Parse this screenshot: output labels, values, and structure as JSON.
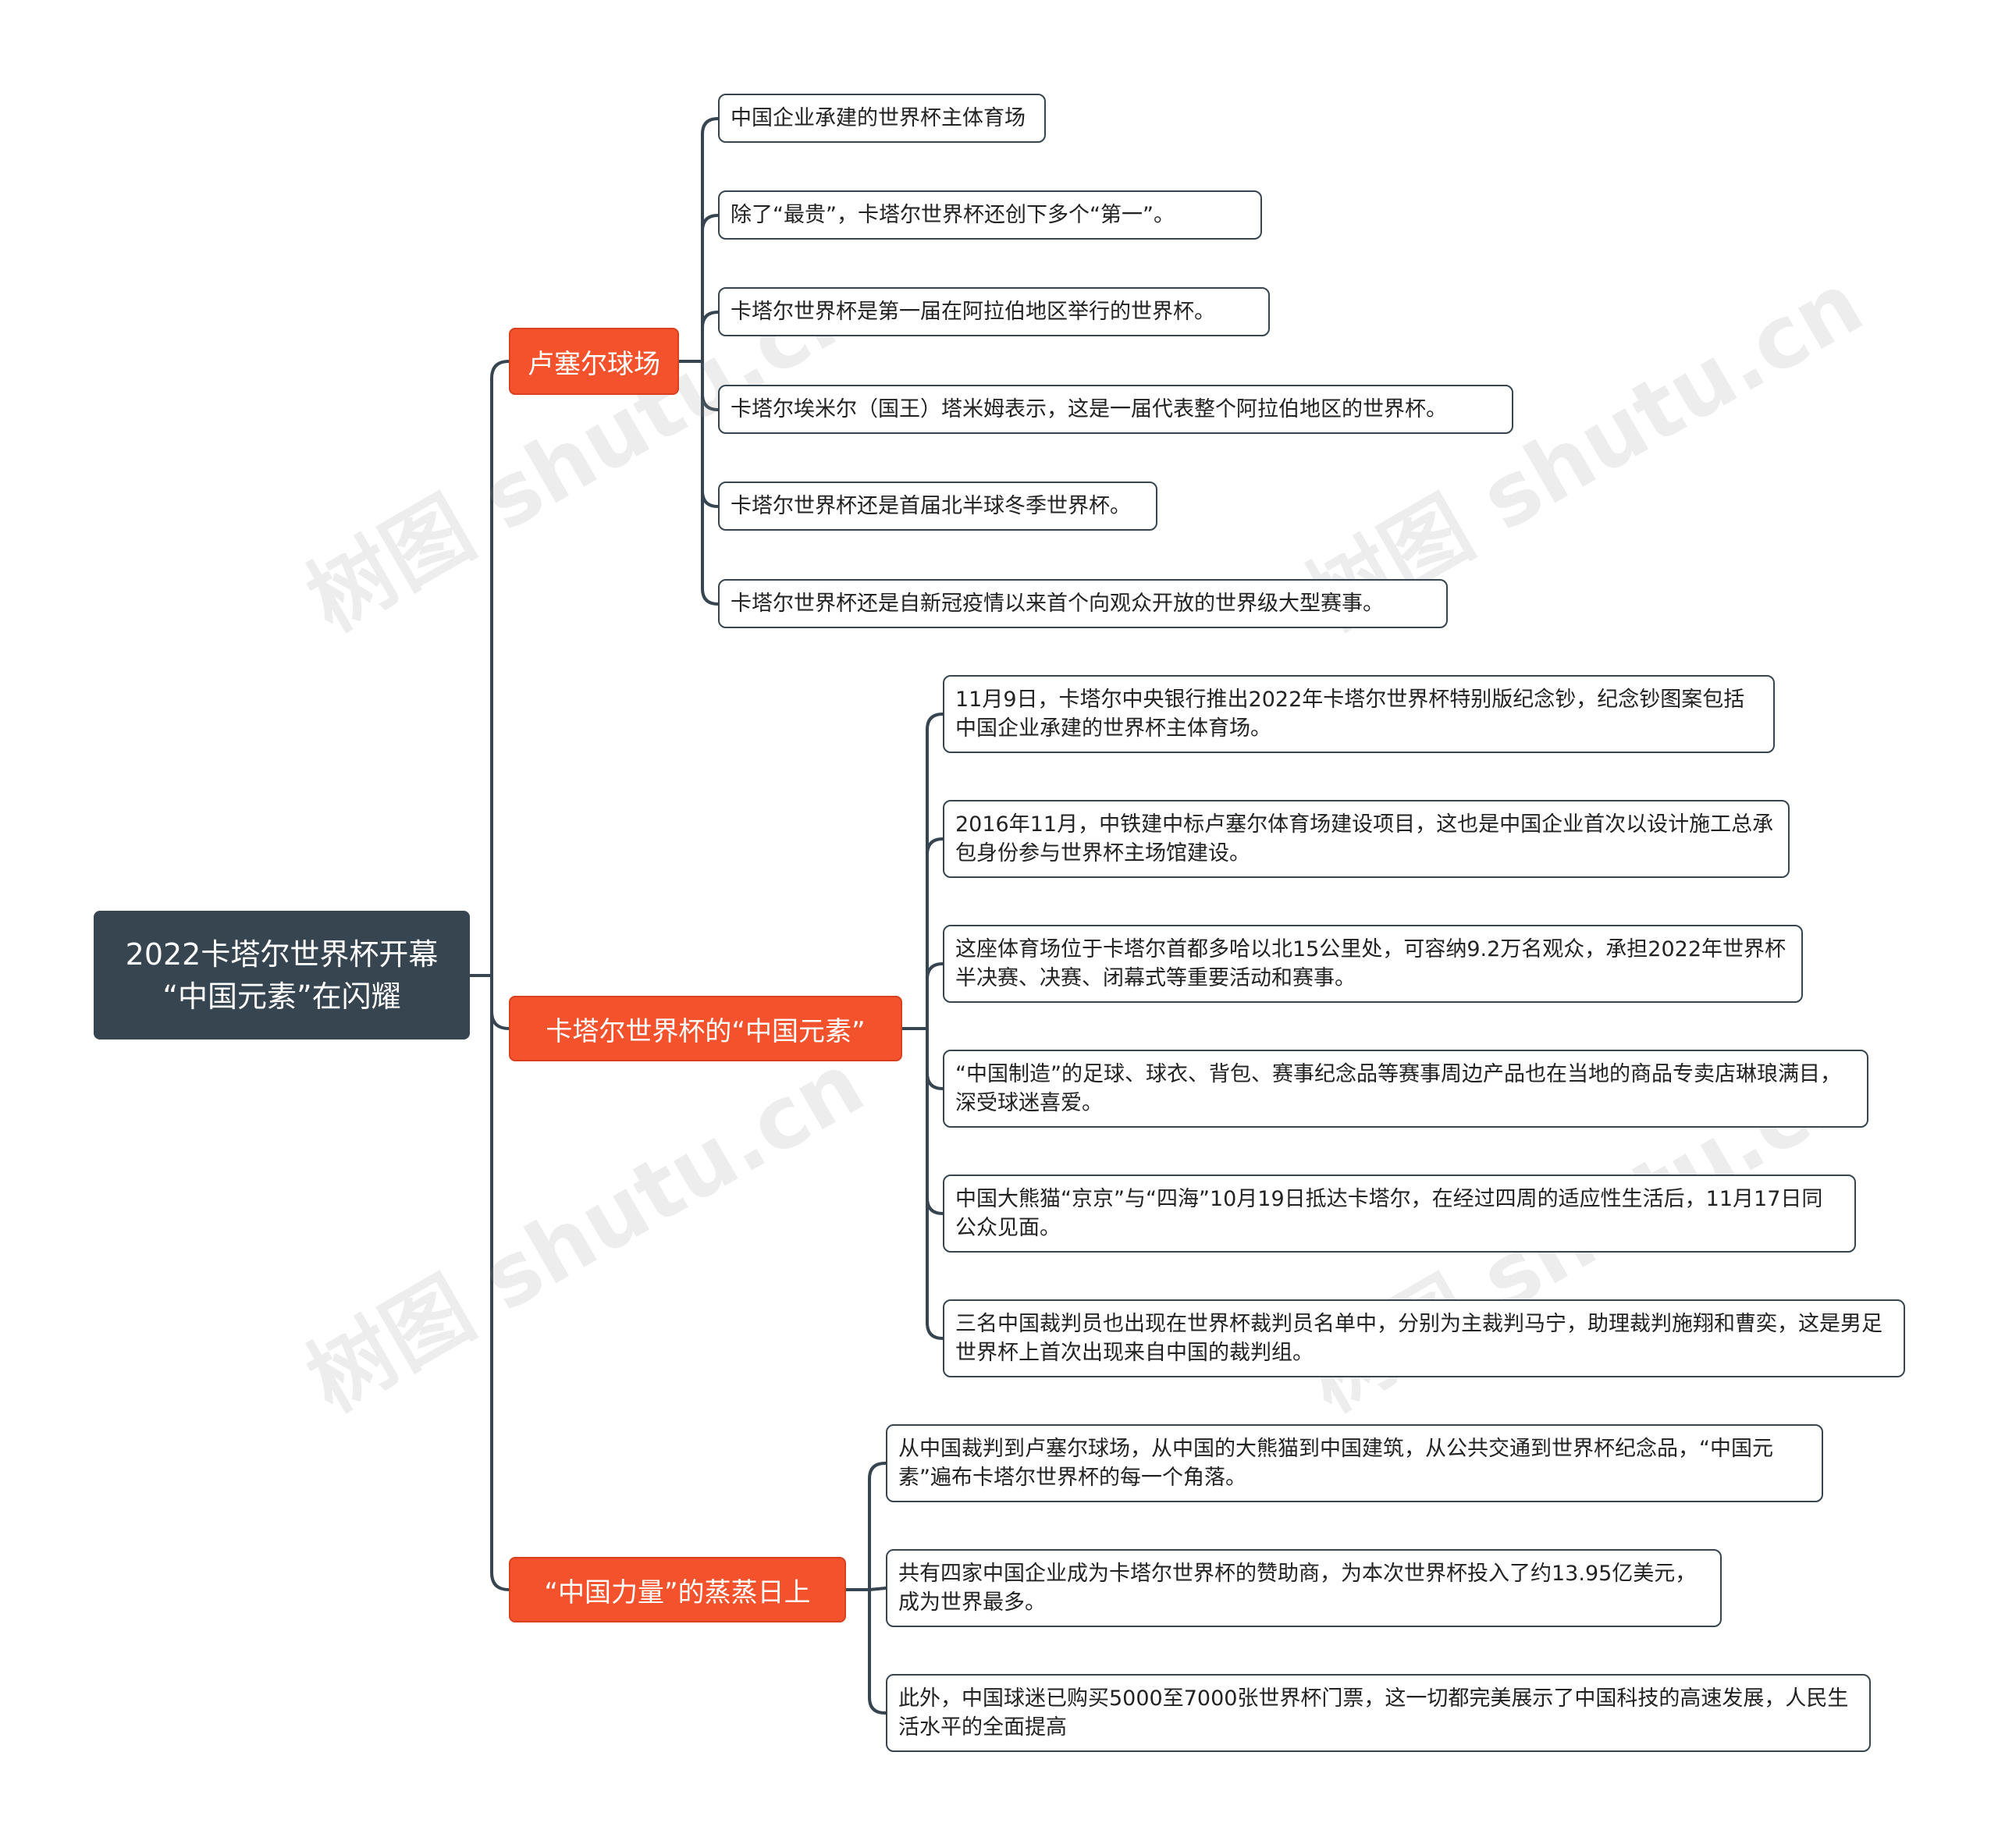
{
  "root": {
    "line1": "2022卡塔尔世界杯开幕",
    "line2": "“中国元素”在闪耀"
  },
  "branches": [
    {
      "label": "卢塞尔球场",
      "leaves": [
        "中国企业承建的世界杯主体育场",
        "除了“最贵”，卡塔尔世界杯还创下多个“第一”。",
        "卡塔尔世界杯是第一届在阿拉伯地区举行的世界杯。",
        "卡塔尔埃米尔（国王）塔米姆表示，这是一届代表整个阿拉伯地区的世界杯。",
        "卡塔尔世界杯还是首届北半球冬季世界杯。",
        "卡塔尔世界杯还是自新冠疫情以来首个向观众开放的世界级大型赛事。"
      ]
    },
    {
      "label": "卡塔尔世界杯的“中国元素”",
      "leaves": [
        "11月9日，卡塔尔中央银行推出2022年卡塔尔世界杯特别版纪念钞，纪念钞图案包括中国企业承建的世界杯主体育场。",
        "2016年11月，中铁建中标卢塞尔体育场建设项目，这也是中国企业首次以设计施工总承包身份参与世界杯主场馆建设。",
        "这座体育场位于卡塔尔首都多哈以北15公里处，可容纳9.2万名观众，承担2022年世界杯半决赛、决赛、闭幕式等重要活动和赛事。",
        "“中国制造”的足球、球衣、背包、赛事纪念品等赛事周边产品也在当地的商品专卖店琳琅满目，深受球迷喜爱。",
        "中国大熊猫“京京”与“四海”10月19日抵达卡塔尔，在经过四周的适应性生活后，11月17日同公众见面。",
        "三名中国裁判员也出现在世界杯裁判员名单中，分别为主裁判马宁，助理裁判施翔和曹奕，这是男足世界杯上首次出现来自中国的裁判组。"
      ]
    },
    {
      "label": "“中国力量”的蒸蒸日上",
      "leaves": [
        "从中国裁判到卢塞尔球场，从中国的大熊猫到中国建筑，从公共交通到世界杯纪念品，“中国元素”遍布卡塔尔世界杯的每一个角落。",
        "共有四家中国企业成为卡塔尔世界杯的赞助商，为本次世界杯投入了约13.95亿美元，成为世界最多。",
        "此外，中国球迷已购买5000至7000张世界杯门票，这一切都完美展示了中国科技的高速发展，人民生活水平的全面提高"
      ]
    }
  ],
  "watermark": "树图 shutu.cn",
  "colors": {
    "root": "#374551",
    "branch": "#f4522d",
    "line": "#374551"
  }
}
